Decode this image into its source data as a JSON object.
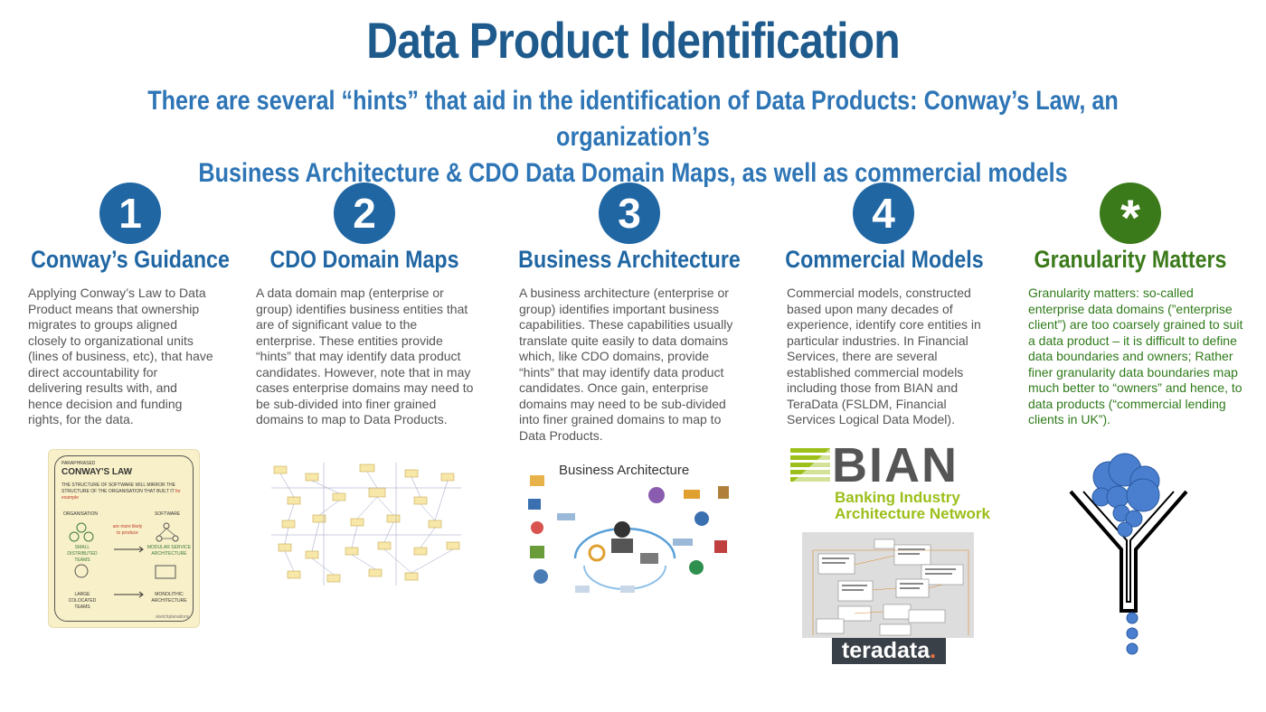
{
  "title": "Data Product Identification",
  "subtitle": {
    "line1": "There are several “hints” that aid in the identification of Data Products: Conway’s Law, an organization’s",
    "line2": "Business Architecture & CDO Data Domain Maps, as well as commercial models"
  },
  "columns": [
    {
      "number": "1",
      "title": "Conway’s Guidance",
      "text": "Applying Conway’s Law to Data Product means that ownership migrates to groups aligned closely to organizational units (lines of business, etc), that have direct accountability for delivering results with, and hence decision and funding rights, for the data."
    },
    {
      "number": "2",
      "title": "CDO Domain Maps",
      "text": "A data domain map (enterprise or group) identifies business entities that are of significant value to the enterprise.  These entities provide “hints” that may identify data product candidates.  However, note that in may cases enterprise domains may need to be sub-divided into finer grained domains to map to Data Products."
    },
    {
      "number": "3",
      "title": "Business Architecture",
      "text": "A business architecture (enterprise or group) identifies important business capabilities.  These capabilities usually translate quite easily to data domains which, like CDO domains, provide “hints” that may identify data product candidates. Once gain, enterprise domains may need to be sub-divided into finer grained domains to map to Data Products."
    },
    {
      "number": "4",
      "title": "Commercial Models",
      "text": "Commercial models, constructed based upon many decades of experience, identify core entities in particular industries.  In Financial Services, there are several established commercial models including those from BIAN and TeraData (FSLDM, Financial Services Logical Data Model)."
    },
    {
      "number": "*",
      "title": "Granularity Matters",
      "text": "Granularity matters: so-called enterprise data domains (”enterprise client”) are too coarsely grained to suit a data product – it is difficult to define data boundaries and owners; Rather finer granularity data boundaries map much better to “owners” and hence, to data products (“commercial lending clients in UK”)."
    }
  ],
  "conway_image": {
    "tag": "PARAPHRASED",
    "title": "CONWAY'S LAW",
    "desc": "THE STRUCTURE OF SOFTWARE WILL MIRROR THE STRUCTURE OF THE ORGANISATION THAT BUILT IT",
    "desc_accent": "for example",
    "org_label": "ORGANISATION",
    "sw_label": "SOFTWARE",
    "likely": "are more likely to produce",
    "small_teams": "SMALL DISTRIBUTED TEAMS",
    "modular": "MODULAR SERVICE ARCHITECTURE",
    "large_teams": "LARGE COLOCATED TEAMS",
    "monolithic": "MONOLITHIC ARCHITECTURE",
    "signature": "sketchplanations"
  },
  "bizarch_image": {
    "title": "Business Architecture"
  },
  "bian": {
    "logo": "BIAN",
    "line1": "Banking Industry",
    "line2": "Architecture Network"
  },
  "teradata": {
    "name": "teradata",
    "dot": "."
  },
  "colors": {
    "primary": "#1f66a3",
    "title": "#1f5a8c",
    "green": "#3b7a1a",
    "bian_green": "#9cbf1a"
  }
}
